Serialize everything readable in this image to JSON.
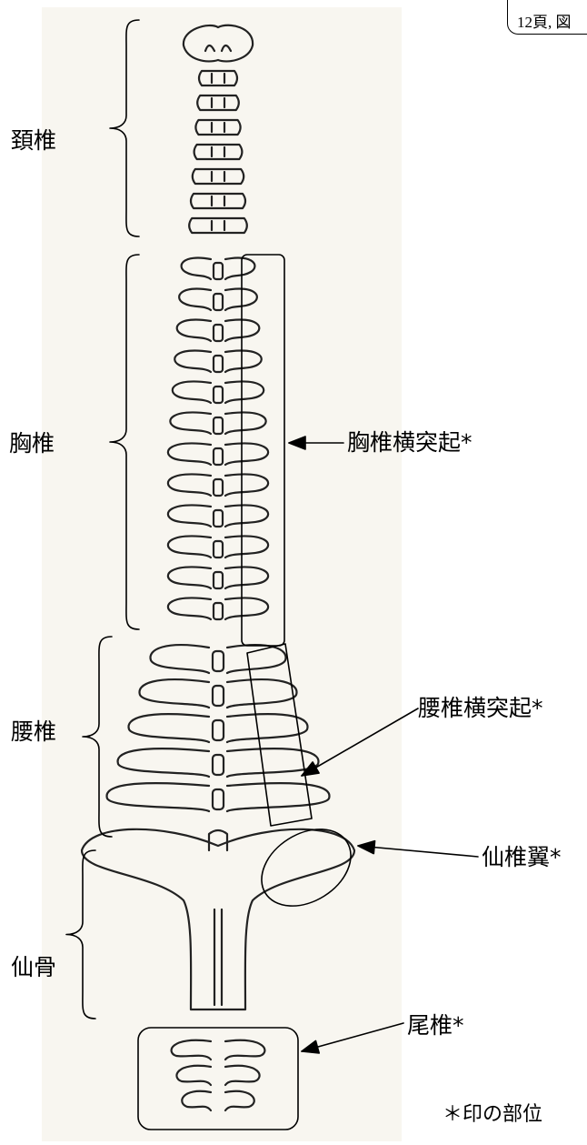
{
  "reference_note": "12頁, 図",
  "regions": {
    "cervical": "頚椎",
    "thoracic": "胸椎",
    "lumbar": "腰椎",
    "sacrum": "仙骨"
  },
  "callouts": {
    "thoracic_transverse_process": "胸椎横突起*",
    "lumbar_transverse_process": "腰椎横突起*",
    "sacral_wing": "仙椎翼*",
    "coccyx": "尾椎*"
  },
  "footnote": "＊印の部位",
  "colors": {
    "paper": "#f8f6f0",
    "ink": "#222222",
    "line": "#000000"
  }
}
